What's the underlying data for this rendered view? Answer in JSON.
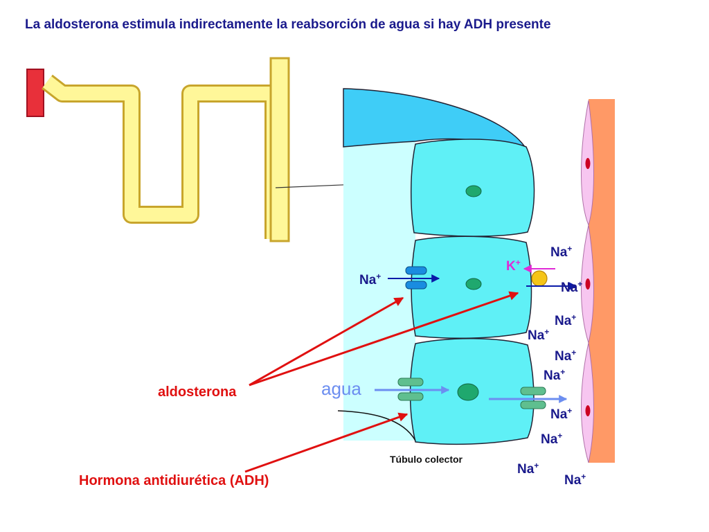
{
  "title": "La aldosterona estimula indirectamente la reabsorción de agua si hay ADH presente",
  "labels": {
    "na_text": "Na",
    "na_charge": "+",
    "k_text": "K",
    "k_charge": "+",
    "aldosterona": "aldosterona",
    "adh": "Hormona antidiurética (ADH)",
    "agua": "agua",
    "tubulo_colector": "Túbulo colector"
  },
  "colors": {
    "title": "#1a1a8c",
    "na_label": "#1a1a8c",
    "k_label": "#e02ad6",
    "arrow_red": "#e01010",
    "agua": "#6c8ef0",
    "cell_fill": "#5ff0f6",
    "lumen_fill": "#ccffff",
    "top_cell_fill": "#3fcdf7",
    "nephron_fill": "#fff799",
    "nephron_outline": "#c8a52c",
    "capillary_wall": "#ff9966",
    "capillary_cell": "#f7c6f0",
    "nucleus": "#1fa86e"
  }
}
